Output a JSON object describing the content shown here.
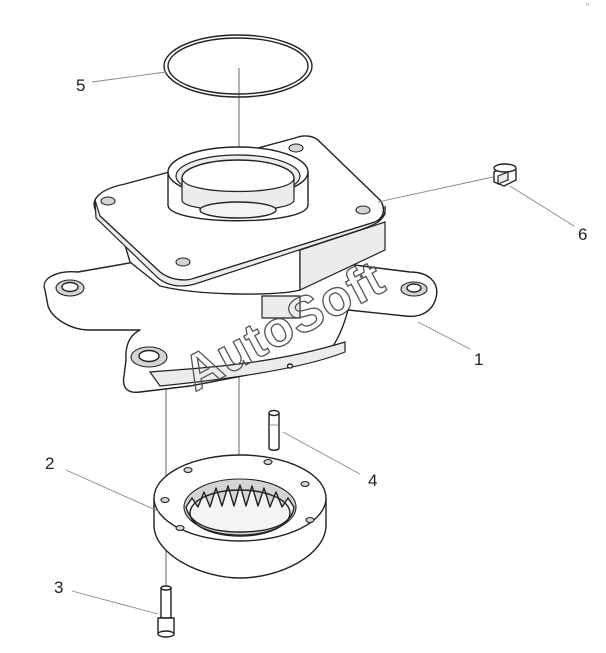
{
  "diagram": {
    "callouts": [
      {
        "id": "callout-5",
        "label": "5"
      },
      {
        "id": "callout-6",
        "label": "6"
      },
      {
        "id": "callout-1",
        "label": "1"
      },
      {
        "id": "callout-2",
        "label": "2"
      },
      {
        "id": "callout-4",
        "label": "4"
      },
      {
        "id": "callout-3",
        "label": "3"
      }
    ],
    "watermark": "AutoSoft",
    "corner_mark": "”"
  }
}
